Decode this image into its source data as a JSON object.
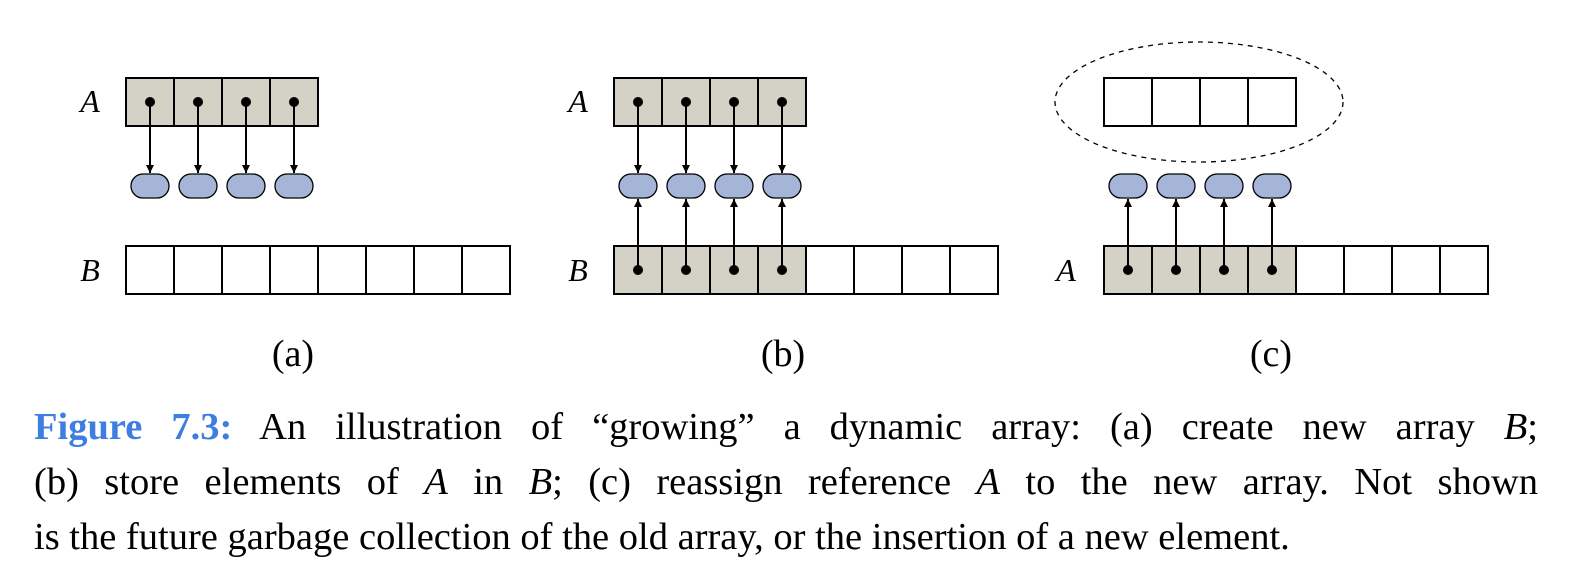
{
  "panels": [
    {
      "id": "a",
      "sublabel": "(a)",
      "top_array": {
        "label": "A",
        "cells": 4,
        "filled": 4
      },
      "bottom_array": {
        "label": "B",
        "cells": 8,
        "filled": 0
      },
      "arrows": "down"
    },
    {
      "id": "b",
      "sublabel": "(b)",
      "top_array": {
        "label": "A",
        "cells": 4,
        "filled": 4
      },
      "bottom_array": {
        "label": "B",
        "cells": 8,
        "filled": 4
      },
      "arrows": "both"
    },
    {
      "id": "c",
      "sublabel": "(c)",
      "top_array": {
        "label": "",
        "cells": 4,
        "filled": 0,
        "dashed_ellipse": true
      },
      "bottom_array": {
        "label": "A",
        "cells": 8,
        "filled": 4
      },
      "arrows": "up"
    }
  ],
  "colors": {
    "filled_cell": "#d4d2c6",
    "element_blob": "#a5b5d7",
    "caption_label": "#3d7ee0"
  },
  "caption": {
    "label": "Figure 7.3:",
    "l1_a": "An illustration of “growing” a dynamic array: (a) create new array",
    "l1_var": "B",
    "l1_b": ";",
    "l2_a": "(b) store elements of",
    "l2_var1": "A",
    "l2_b": "in",
    "l2_var2": "B",
    "l2_c": "; (c) reassign reference",
    "l2_var3": "A",
    "l2_d": "to the new array. Not shown",
    "l3": "is the future garbage collection of the old array, or the insertion of a new element."
  }
}
